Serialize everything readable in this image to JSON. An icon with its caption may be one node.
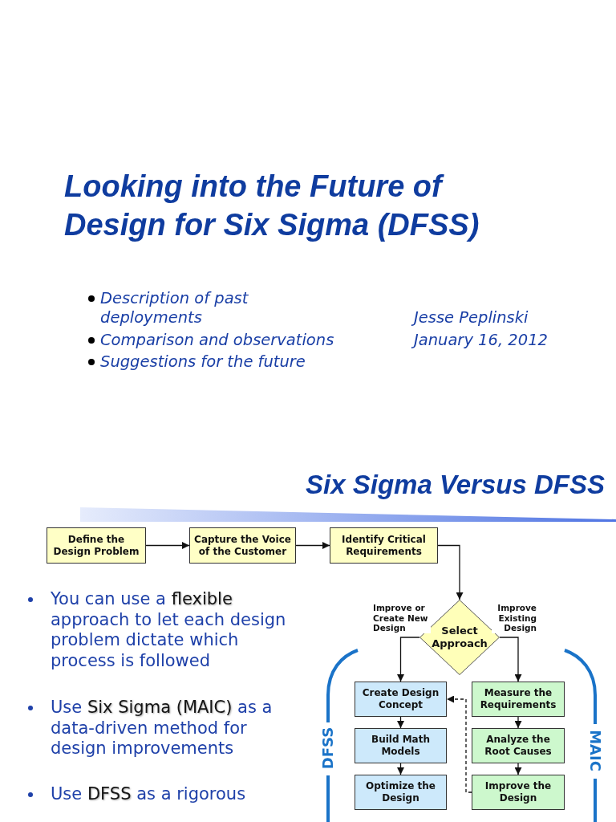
{
  "diagram": {
    "title": "Looking into the Future of Design for Six Sigma (DFSS)",
    "nodes": [
      {
        "text": [
          "Define the Design Problem"
        ]
      },
      {
        "text": [
          "Capture the Voice of the Customer"
        ]
      },
      {
        "text": [
          "Identify Critical Requirements"
        ]
      },
      {
        "text": [
          "Select Approach"
        ]
      },
      {
        "text": [
          "Create Design Concept"
        ]
      },
      {
        "text": [
          "Build Math Models"
        ]
      },
      {
        "text": [
          "Optimize the Design"
        ]
      },
      {
        "text": [
          "Measure the Requirements"
        ]
      },
      {
        "text": [
          "Analyze the Root Causes"
        ]
      },
      {
        "text": [
          "Improve the Design"
        ]
      }
    ],
    "edges": [
      {
        "from": 0,
        "to": 1,
        "arrow": "to"
      },
      {
        "from": 1,
        "to": 2,
        "arrow": "to"
      },
      {
        "from": 2,
        "to": 3,
        "arrow": "to"
      },
      {
        "from": 3,
        "to": 4,
        "arrow": "to",
        "label": "Improve or Create New Design"
      },
      {
        "from": 3,
        "to": 7,
        "arrow": "to",
        "label": "Improve Existing Design"
      },
      {
        "from": 4,
        "to": 5,
        "arrow": "to"
      },
      {
        "from": 5,
        "to": 6,
        "arrow": "to"
      },
      {
        "from": 7,
        "to": 8,
        "arrow": "to"
      },
      {
        "from": 8,
        "to": 9,
        "arrow": "to"
      },
      {
        "from": 9,
        "to": 4,
        "arrow": "to",
        "style": "dashed"
      }
    ],
    "labels": [
      "Description of past deployments",
      "Comparison and observations",
      "Suggestions for the future",
      "Jesse Peplinski",
      "January 16, 2012",
      "Six Sigma Versus DFSS",
      "You can use a **flexible** approach to let each design problem dictate which process is followed",
      "Use **Six Sigma (MAIC)** as a data-driven method for design improvements",
      "Use **DFSS** as a rigorous",
      "DFSS",
      "MAIC"
    ]
  }
}
